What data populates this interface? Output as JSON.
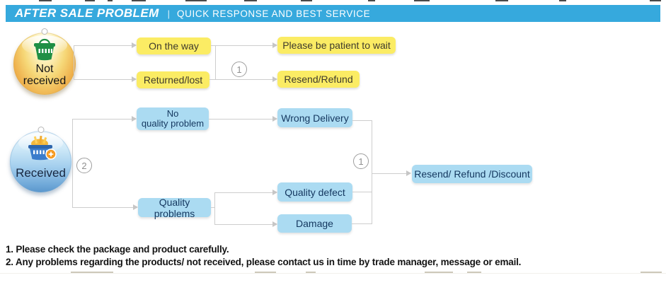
{
  "header": {
    "title": "AFTER SALE PROBLEM",
    "separator": "|",
    "subtitle": "QUICK RESPONSE AND BEST SERVICE"
  },
  "flow1": {
    "source_line1": "Not",
    "source_line2": "received",
    "source_icon": "green-shopping-basket",
    "badge": "1",
    "on_the_way": "On the way",
    "returned_lost": "Returned/lost",
    "be_patient": "Please be patient to wait",
    "resend_refund": "Resend/Refund"
  },
  "flow2": {
    "source_label": "Received",
    "source_icon": "blue-shopping-basket-with-badge",
    "badge_source": "2",
    "badge_merge": "1",
    "no_quality_line1": "No",
    "no_quality_line2": "quality problem",
    "quality_problems": "Quality problems",
    "wrong_delivery": "Wrong Delivery",
    "quality_defect": "Quality defect",
    "damage": "Damage",
    "resolution": "Resend/ Refund /Discount"
  },
  "notes": {
    "line1": "1. Please check the package and product carefully.",
    "line2": "2. Any problems regarding the products/ not received, please contact us in time by trade manager, message or email."
  },
  "colors": {
    "header_bg": "#36a9dd",
    "yellow_box": "#fbec64",
    "blue_box": "#abdbf2",
    "connector": "#cdcdcd",
    "gold_node": "#eca843",
    "blue_node": "#6fa8d8",
    "basket_green": "#1f8f45",
    "basket_blue": "#3b7ccb",
    "badge_orange": "#f59b23"
  }
}
